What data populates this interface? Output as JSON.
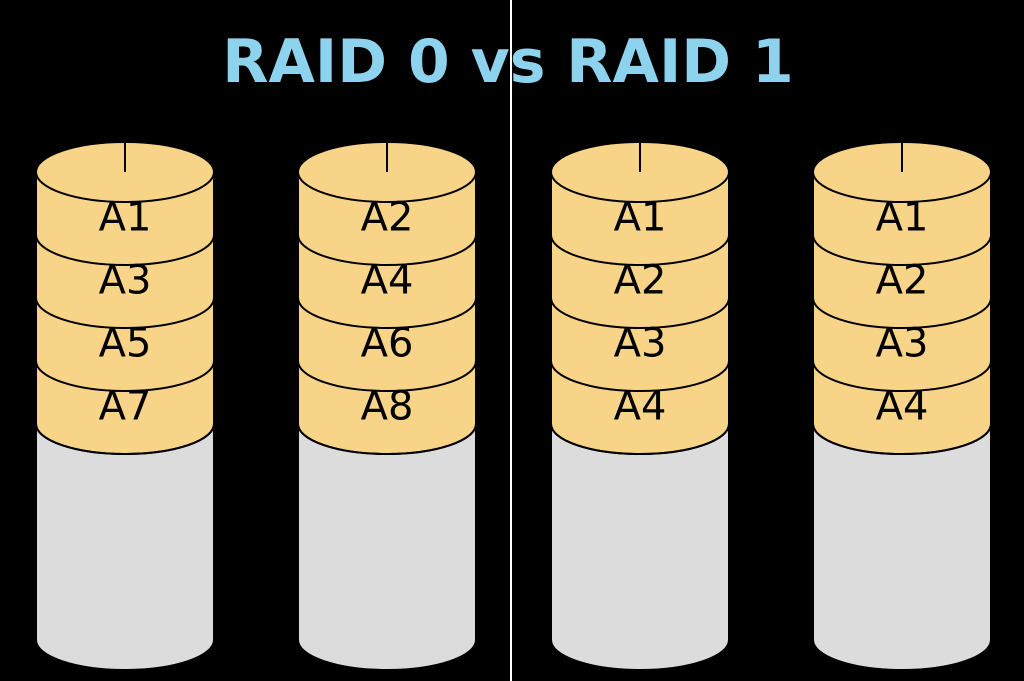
{
  "title": "RAID 0 vs RAID 1",
  "colors": {
    "background": "#000000",
    "title": "#8ed3ee",
    "block_fill": "#f7d488",
    "disk_fill": "#dcdcdc",
    "outline": "#000000",
    "divider": "#ffffff"
  },
  "disks": [
    {
      "blocks": [
        "A1",
        "A3",
        "A5",
        "A7"
      ]
    },
    {
      "blocks": [
        "A2",
        "A4",
        "A6",
        "A8"
      ]
    },
    {
      "blocks": [
        "A1",
        "A2",
        "A3",
        "A4"
      ]
    },
    {
      "blocks": [
        "A1",
        "A2",
        "A3",
        "A4"
      ]
    }
  ]
}
